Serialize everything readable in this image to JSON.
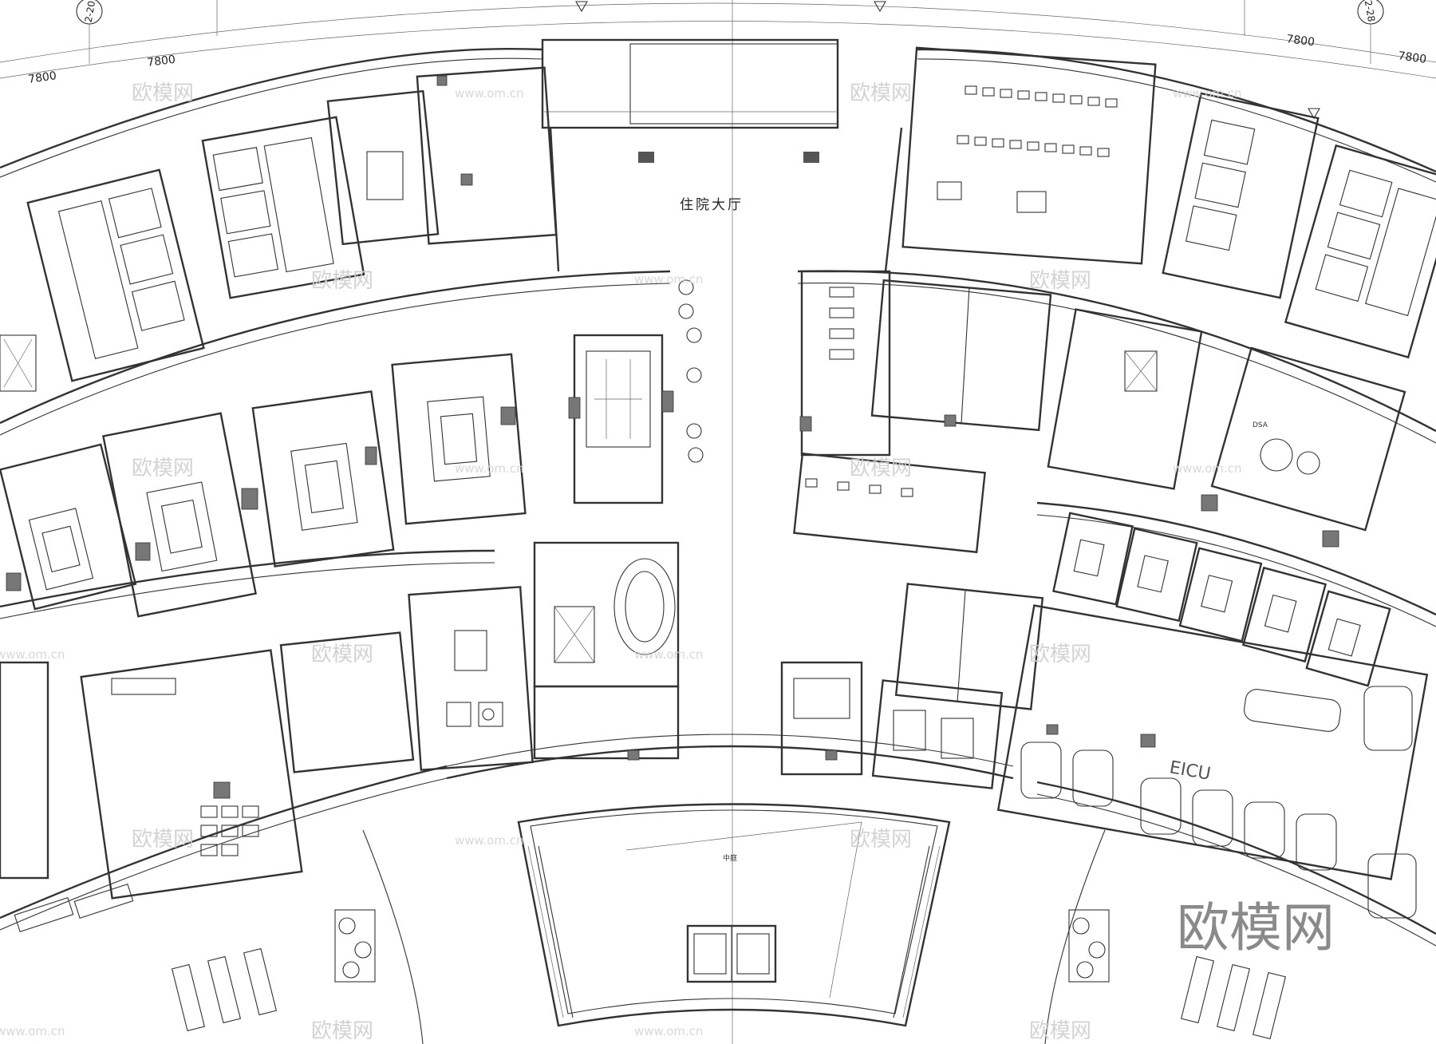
{
  "axes": {
    "left": "2-20",
    "right": "2-28"
  },
  "dimensions": [
    "7800",
    "7800",
    "7800",
    "7800"
  ],
  "room_labels": {
    "hall": "住院大厅",
    "eicu": "EICU",
    "atrium": "中庭",
    "dsa": "DSA"
  },
  "watermark": {
    "brand": "欧模网",
    "url": "www.om.cn",
    "url_alt": "www.om.cn"
  },
  "colors": {
    "line": "#333333",
    "column": "#777777",
    "watermark": "#cfcfcf"
  }
}
